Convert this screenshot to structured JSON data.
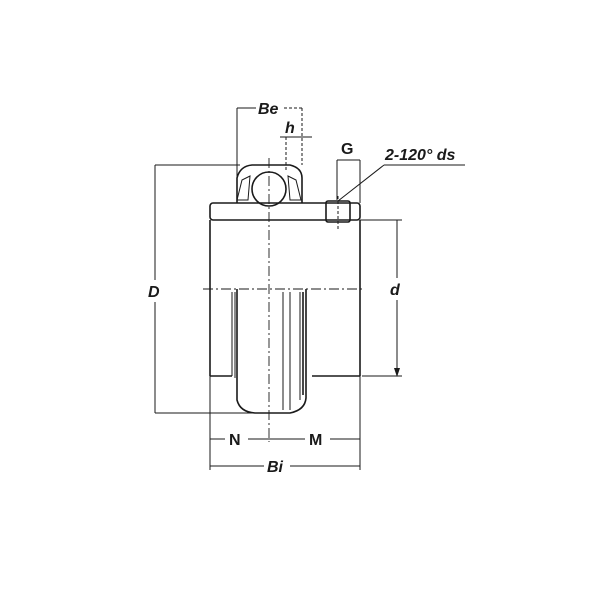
{
  "diagram": {
    "title": "Insert bearing with set screws - dimension drawing",
    "labels": {
      "Be": "Be",
      "h": "h",
      "G": "G",
      "set_screw": "2-120° ds",
      "D": "D",
      "d": "d",
      "N": "N",
      "M": "M",
      "Bi": "Bi"
    },
    "line_color": "#1a1a1a"
  }
}
